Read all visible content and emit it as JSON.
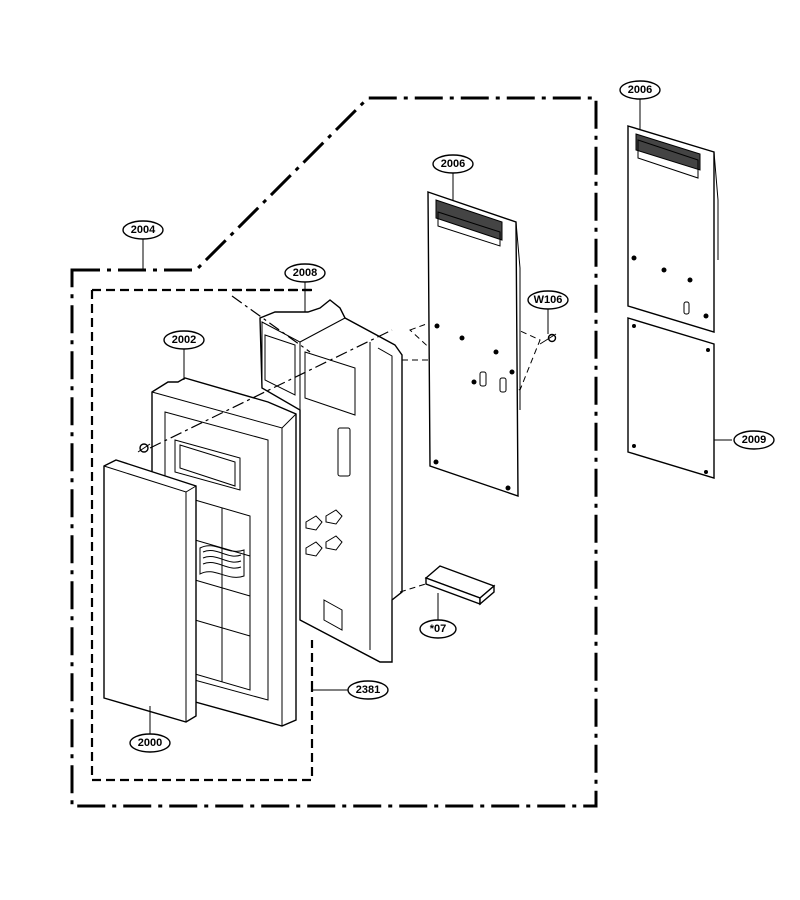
{
  "labels": {
    "l2004": "2004",
    "l2006a": "2006",
    "l2006b": "2006",
    "l2008": "2008",
    "l2002": "2002",
    "lW106": "W106",
    "l2009": "2009",
    "l07": "*07",
    "l2381": "2381",
    "l2000": "2000"
  }
}
